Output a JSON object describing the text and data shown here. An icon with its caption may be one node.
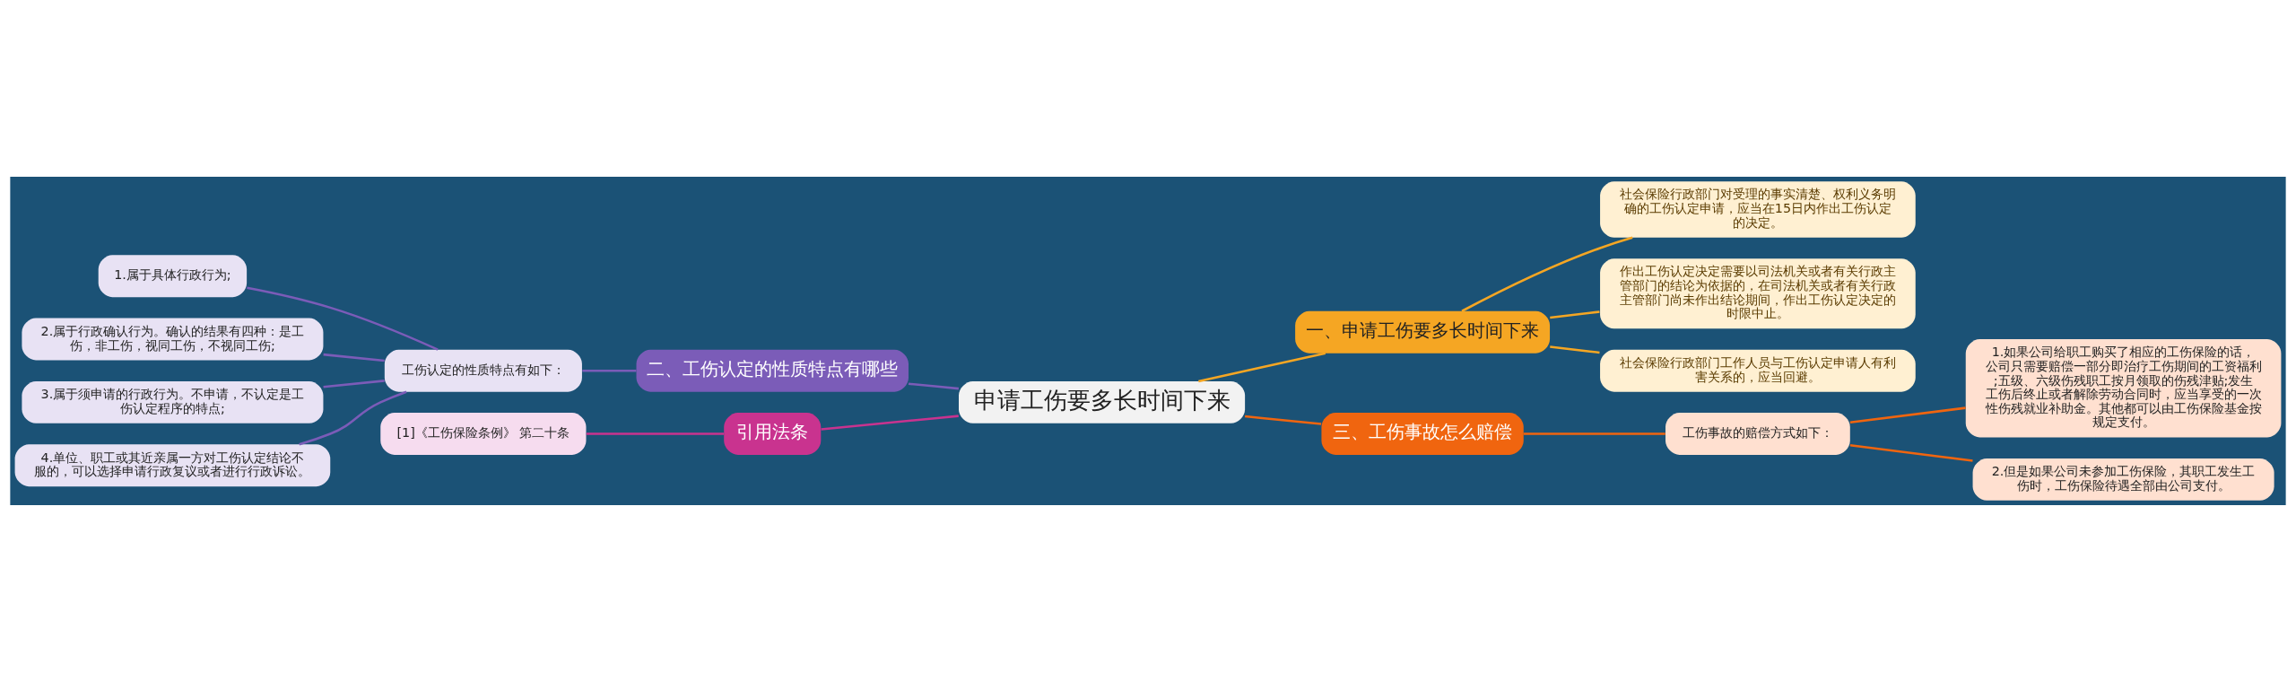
{
  "diagram": {
    "nodes": [
      {
        "text": [
          "申请工伤要多长时间下来"
        ]
      },
      {
        "text": [
          "一、申请工伤要多长时间下来"
        ]
      },
      {
        "text": [
          "社会保险行政部门对受理的事实清楚、权利义务明确的工伤认定申请，应当在15日内作出工伤认定的决定。"
        ]
      },
      {
        "text": [
          "作出工伤认定决定需要以司法机关或者有关行政主管部门的结论为依据的，在司法机关或者有关行政主管部门尚未作出结论期间，作出工伤认定决定的时限中止。"
        ]
      },
      {
        "text": [
          "社会保险行政部门工作人员与工伤认定申请人有利害关系的，应当回避。"
        ]
      },
      {
        "text": [
          "三、工伤事故怎么赔偿"
        ]
      },
      {
        "text": [
          "工伤事故的赔偿方式如下："
        ]
      },
      {
        "text": [
          "1.如果公司给职工购买了相应的工伤保险的话，公司只需要赔偿一部分即治疗工伤期间的工资福利;五级、六级伤残职工按月领取的伤残津贴;发生工伤后终止或者解除劳动合同时，应当享受的一次性伤残就业补助金。其他都可以由工伤保险基金按规定支付。"
        ]
      },
      {
        "text": [
          "2.但是如果公司未参加工伤保险，其职工发生工伤时，工伤保险待遇全部由公司支付。"
        ]
      },
      {
        "text": [
          "二、工伤认定的性质特点有哪些"
        ]
      },
      {
        "text": [
          "工伤认定的性质特点有如下："
        ]
      },
      {
        "text": [
          "1.属于具体行政行为;"
        ]
      },
      {
        "text": [
          "2.属于行政确认行为。确认的结果有四种：是工伤，非工伤，视同工伤，不视同工伤;"
        ]
      },
      {
        "text": [
          "3.属于须申请的行政行为。不申请，不认定是工伤认定程序的特点;"
        ]
      },
      {
        "text": [
          "4.单位、职工或其近亲属一方对工伤认定结论不服的，可以选择申请行政复议或者进行行政诉讼。"
        ]
      },
      {
        "text": [
          "引用法条"
        ]
      },
      {
        "text": [
          "[1]《工伤保险条例》 第二十条"
        ]
      }
    ],
    "edges": [
      {
        "from": 0,
        "to": 1,
        "arrow": "none",
        "color": "#f5a623"
      },
      {
        "from": 1,
        "to": 2,
        "arrow": "none",
        "color": "#f5a623"
      },
      {
        "from": 1,
        "to": 3,
        "arrow": "none",
        "color": "#f5a623"
      },
      {
        "from": 1,
        "to": 4,
        "arrow": "none",
        "color": "#f5a623"
      },
      {
        "from": 0,
        "to": 5,
        "arrow": "none",
        "color": "#f0650f"
      },
      {
        "from": 5,
        "to": 6,
        "arrow": "none",
        "color": "#f0650f"
      },
      {
        "from": 6,
        "to": 7,
        "arrow": "none",
        "color": "#f0650f"
      },
      {
        "from": 6,
        "to": 8,
        "arrow": "none",
        "color": "#f0650f"
      },
      {
        "from": 0,
        "to": 9,
        "arrow": "none",
        "color": "#7b5cb8"
      },
      {
        "from": 9,
        "to": 10,
        "arrow": "none",
        "color": "#7b5cb8"
      },
      {
        "from": 10,
        "to": 11,
        "arrow": "none",
        "color": "#7b5cb8"
      },
      {
        "from": 10,
        "to": 12,
        "arrow": "none",
        "color": "#7b5cb8"
      },
      {
        "from": 10,
        "to": 13,
        "arrow": "none",
        "color": "#7b5cb8"
      },
      {
        "from": 10,
        "to": 14,
        "arrow": "none",
        "color": "#7b5cb8"
      },
      {
        "from": 0,
        "to": 15,
        "arrow": "none",
        "color": "#c9338f"
      },
      {
        "from": 15,
        "to": 16,
        "arrow": "none",
        "color": "#c9338f"
      }
    ]
  }
}
